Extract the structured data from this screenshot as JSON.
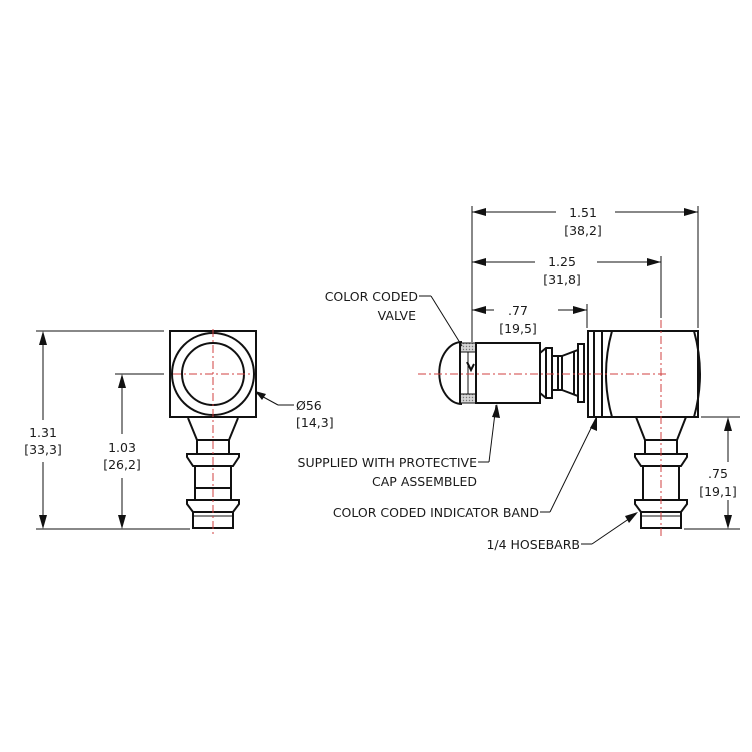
{
  "drawing": {
    "type": "engineering-drawing",
    "subject": "90-degree elbow valved fitting with 1/4 hosebarb",
    "colors": {
      "line": "#111111",
      "centerline": "#d04040",
      "background": "#ffffff"
    },
    "end_view": {
      "dimensions": {
        "overall_height": {
          "inch": "1.31",
          "mm": "[33,3]"
        },
        "center_height": {
          "inch": "1.03",
          "mm": "[26,2]"
        },
        "diameter": {
          "inch": "Ø56",
          "mm": "[14,3]"
        }
      }
    },
    "side_view": {
      "dimensions": {
        "overall_length": {
          "inch": "1.51",
          "mm": "[38,2]"
        },
        "center_length": {
          "inch": "1.25",
          "mm": "[31,8]"
        },
        "body_length": {
          "inch": ".77",
          "mm": "[19,5]"
        },
        "barb_height": {
          "inch": ".75",
          "mm": "[19,1]"
        }
      },
      "callouts": {
        "valve_line1": "COLOR CODED",
        "valve_line2": "VALVE",
        "cap_line1": "SUPPLIED WITH PROTECTIVE",
        "cap_line2": "CAP ASSEMBLED",
        "band": "COLOR CODED INDICATOR BAND",
        "hosebarb": "1/4 HOSEBARB"
      }
    }
  }
}
